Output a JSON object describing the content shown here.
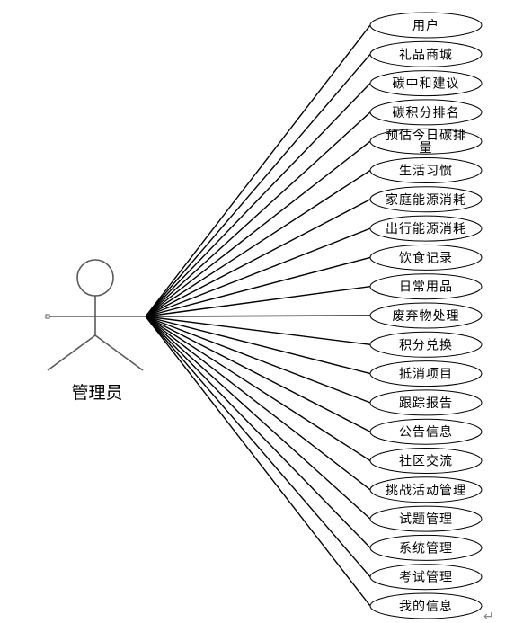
{
  "actor": {
    "label": "管理员"
  },
  "use_cases": [
    {
      "lines": [
        "用户"
      ]
    },
    {
      "lines": [
        "礼品商城"
      ]
    },
    {
      "lines": [
        "碳中和建议"
      ]
    },
    {
      "lines": [
        "碳积分排名"
      ]
    },
    {
      "lines": [
        "预估今日碳排",
        "量"
      ]
    },
    {
      "lines": [
        "生活习惯"
      ]
    },
    {
      "lines": [
        "家庭能源消耗"
      ]
    },
    {
      "lines": [
        "出行能源消耗"
      ]
    },
    {
      "lines": [
        "饮食记录"
      ]
    },
    {
      "lines": [
        "日常用品"
      ]
    },
    {
      "lines": [
        "废弃物处理"
      ]
    },
    {
      "lines": [
        "积分兑换"
      ]
    },
    {
      "lines": [
        "抵消项目"
      ]
    },
    {
      "lines": [
        "跟踪报告"
      ]
    },
    {
      "lines": [
        "公告信息"
      ]
    },
    {
      "lines": [
        "社区交流"
      ]
    },
    {
      "lines": [
        "挑战活动管理"
      ]
    },
    {
      "lines": [
        "试题管理"
      ]
    },
    {
      "lines": [
        "系统管理"
      ]
    },
    {
      "lines": [
        "考试管理"
      ]
    },
    {
      "lines": [
        "我的信息"
      ]
    }
  ],
  "paragraph_mark": "↵"
}
